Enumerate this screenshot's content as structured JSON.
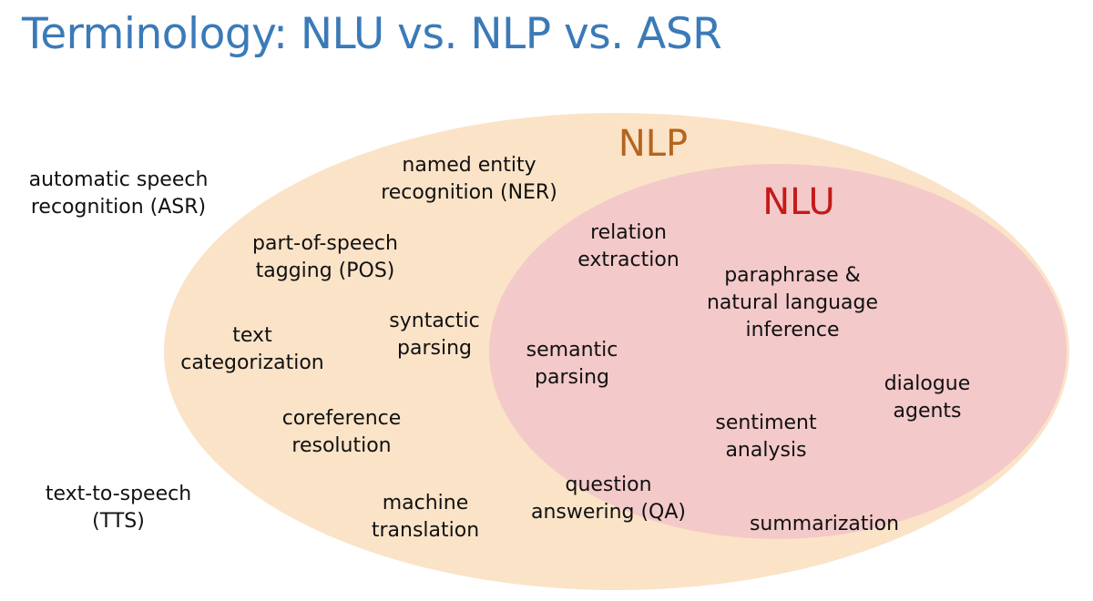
{
  "title": "Terminology: NLU vs. NLP vs. ASR",
  "colors": {
    "title": "#3b7ab8",
    "nlp_fill": "#fbe3c8",
    "nlu_fill": "#f3c9c9",
    "nlp_label": "#b5651d",
    "nlu_label": "#c41a1a"
  },
  "sets": {
    "nlp": {
      "label": "NLP"
    },
    "nlu": {
      "label": "NLU"
    }
  },
  "outside_terms": {
    "asr": "automatic speech\nrecognition (ASR)",
    "tts": "text-to-speech\n(TTS)"
  },
  "nlp_terms": {
    "ner": "named entity\nrecognition (NER)",
    "pos": "part-of-speech\ntagging (POS)",
    "text_categorization": "text\ncategorization",
    "syntactic_parsing": "syntactic\nparsing",
    "coreference": "coreference\nresolution",
    "machine_translation": "machine\ntranslation"
  },
  "nlu_terms": {
    "relation_extraction": "relation\nextraction",
    "paraphrase": "paraphrase &\nnatural language\ninference",
    "semantic_parsing": "semantic\nparsing",
    "dialogue_agents": "dialogue\nagents",
    "sentiment_analysis": "sentiment\nanalysis",
    "question_answering": "question\nanswering (QA)",
    "summarization": "summarization"
  }
}
